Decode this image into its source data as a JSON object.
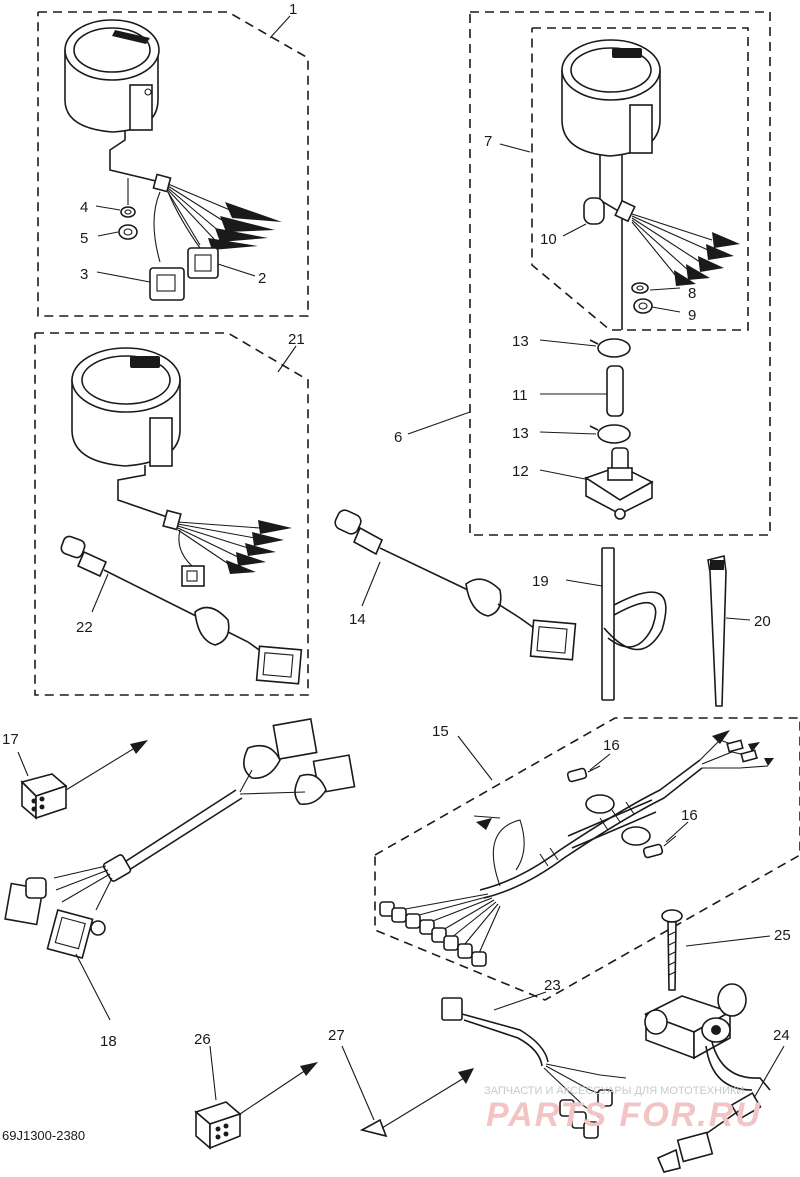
{
  "callouts": [
    {
      "id": "c1",
      "text": "1"
    },
    {
      "id": "c2",
      "text": "2"
    },
    {
      "id": "c3",
      "text": "3"
    },
    {
      "id": "c4",
      "text": "4"
    },
    {
      "id": "c5",
      "text": "5"
    },
    {
      "id": "c6",
      "text": "6"
    },
    {
      "id": "c7",
      "text": "7"
    },
    {
      "id": "c8",
      "text": "8"
    },
    {
      "id": "c9",
      "text": "9"
    },
    {
      "id": "c10",
      "text": "10"
    },
    {
      "id": "c11",
      "text": "11"
    },
    {
      "id": "c12",
      "text": "12"
    },
    {
      "id": "c13a",
      "text": "13"
    },
    {
      "id": "c13b",
      "text": "13"
    },
    {
      "id": "c14",
      "text": "14"
    },
    {
      "id": "c15",
      "text": "15"
    },
    {
      "id": "c16a",
      "text": "16"
    },
    {
      "id": "c16b",
      "text": "16"
    },
    {
      "id": "c17",
      "text": "17"
    },
    {
      "id": "c18",
      "text": "18"
    },
    {
      "id": "c19",
      "text": "19"
    },
    {
      "id": "c20",
      "text": "20"
    },
    {
      "id": "c21",
      "text": "21"
    },
    {
      "id": "c22",
      "text": "22"
    },
    {
      "id": "c23",
      "text": "23"
    },
    {
      "id": "c24",
      "text": "24"
    },
    {
      "id": "c25",
      "text": "25"
    },
    {
      "id": "c26",
      "text": "26"
    },
    {
      "id": "c27",
      "text": "27"
    }
  ],
  "diagram_code": "69J1300-2380",
  "watermark": {
    "caption": "ЗАПЧАСТИ И АКСЕССУАРЫ ДЛЯ МОТОТЕХНИКИ",
    "brand": "PARTS FOR.RU"
  }
}
